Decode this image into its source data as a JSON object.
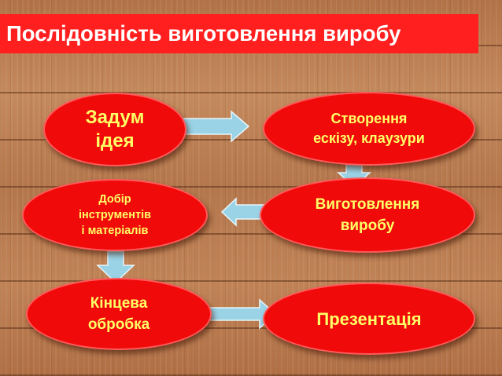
{
  "title": "Послідовність виготовлення виробу",
  "nodes": {
    "idea": "Задум\nідея",
    "sketch": "Створення\nескізу, клаузури",
    "tools": "Добір\nінструментів\nі матеріалів",
    "making": "Виготовлення\nвиробу",
    "finishing": "Кінцева\nобробка",
    "presentation": "Презентація"
  },
  "colors": {
    "title_bg": "#ff1f1f",
    "node_fill": "#f00a0a",
    "node_text": "#ffff66",
    "arrow_fill": "#9ad3e6"
  }
}
